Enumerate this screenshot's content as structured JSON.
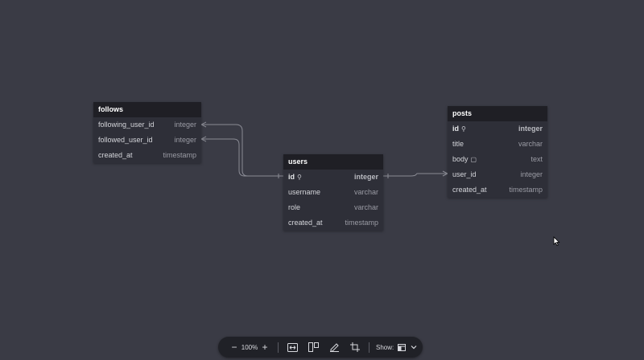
{
  "tables": {
    "follows": {
      "name": "follows",
      "rows": [
        {
          "field": "following_user_id",
          "type": "integer"
        },
        {
          "field": "followed_user_id",
          "type": "integer"
        },
        {
          "field": "created_at",
          "type": "timestamp"
        }
      ]
    },
    "users": {
      "name": "users",
      "rows": [
        {
          "field": "id",
          "type": "integer",
          "icon": "key-icon"
        },
        {
          "field": "username",
          "type": "varchar"
        },
        {
          "field": "role",
          "type": "varchar"
        },
        {
          "field": "created_at",
          "type": "timestamp"
        }
      ]
    },
    "posts": {
      "name": "posts",
      "rows": [
        {
          "field": "id",
          "type": "integer",
          "icon": "key-icon"
        },
        {
          "field": "title",
          "type": "varchar"
        },
        {
          "field": "body",
          "type": "text",
          "icon": "note-icon"
        },
        {
          "field": "user_id",
          "type": "integer"
        },
        {
          "field": "created_at",
          "type": "timestamp"
        }
      ]
    }
  },
  "toolbar": {
    "zoom_level": "100%",
    "show_label": "Show:",
    "icons": [
      "zoom-out-icon",
      "zoom-in-icon",
      "fit-view-icon",
      "auto-arrange-icon",
      "highlight-icon",
      "crop-icon",
      "layout-icon",
      "chevron-down-icon"
    ]
  },
  "colors": {
    "canvas": "#3a3b45",
    "table_header": "#1f1f25",
    "table_body": "#2e2f38",
    "connector": "#8a8b94"
  }
}
